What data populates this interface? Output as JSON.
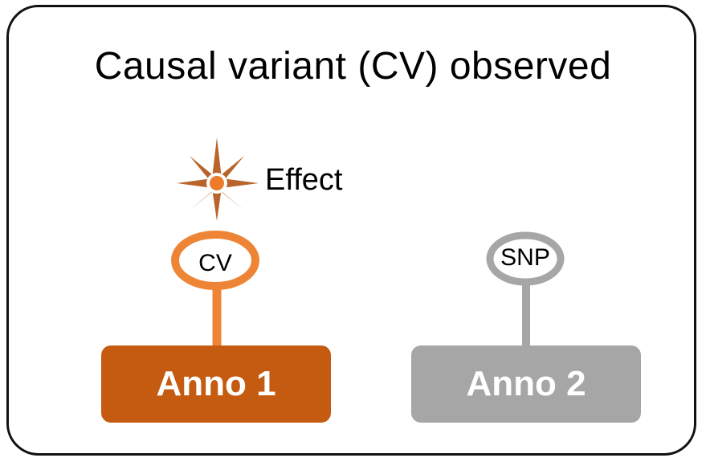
{
  "title": "Causal variant (CV) observed",
  "effect": {
    "label": "Effect",
    "icon": "starburst-icon"
  },
  "variants": [
    {
      "label": "CV",
      "color": "#ee8536"
    },
    {
      "label": "SNP",
      "color": "#a6a6a6"
    }
  ],
  "annotations": [
    {
      "label": "Anno 1",
      "color": "#c55a11"
    },
    {
      "label": "Anno 2",
      "color": "#a6a6a6"
    }
  ]
}
